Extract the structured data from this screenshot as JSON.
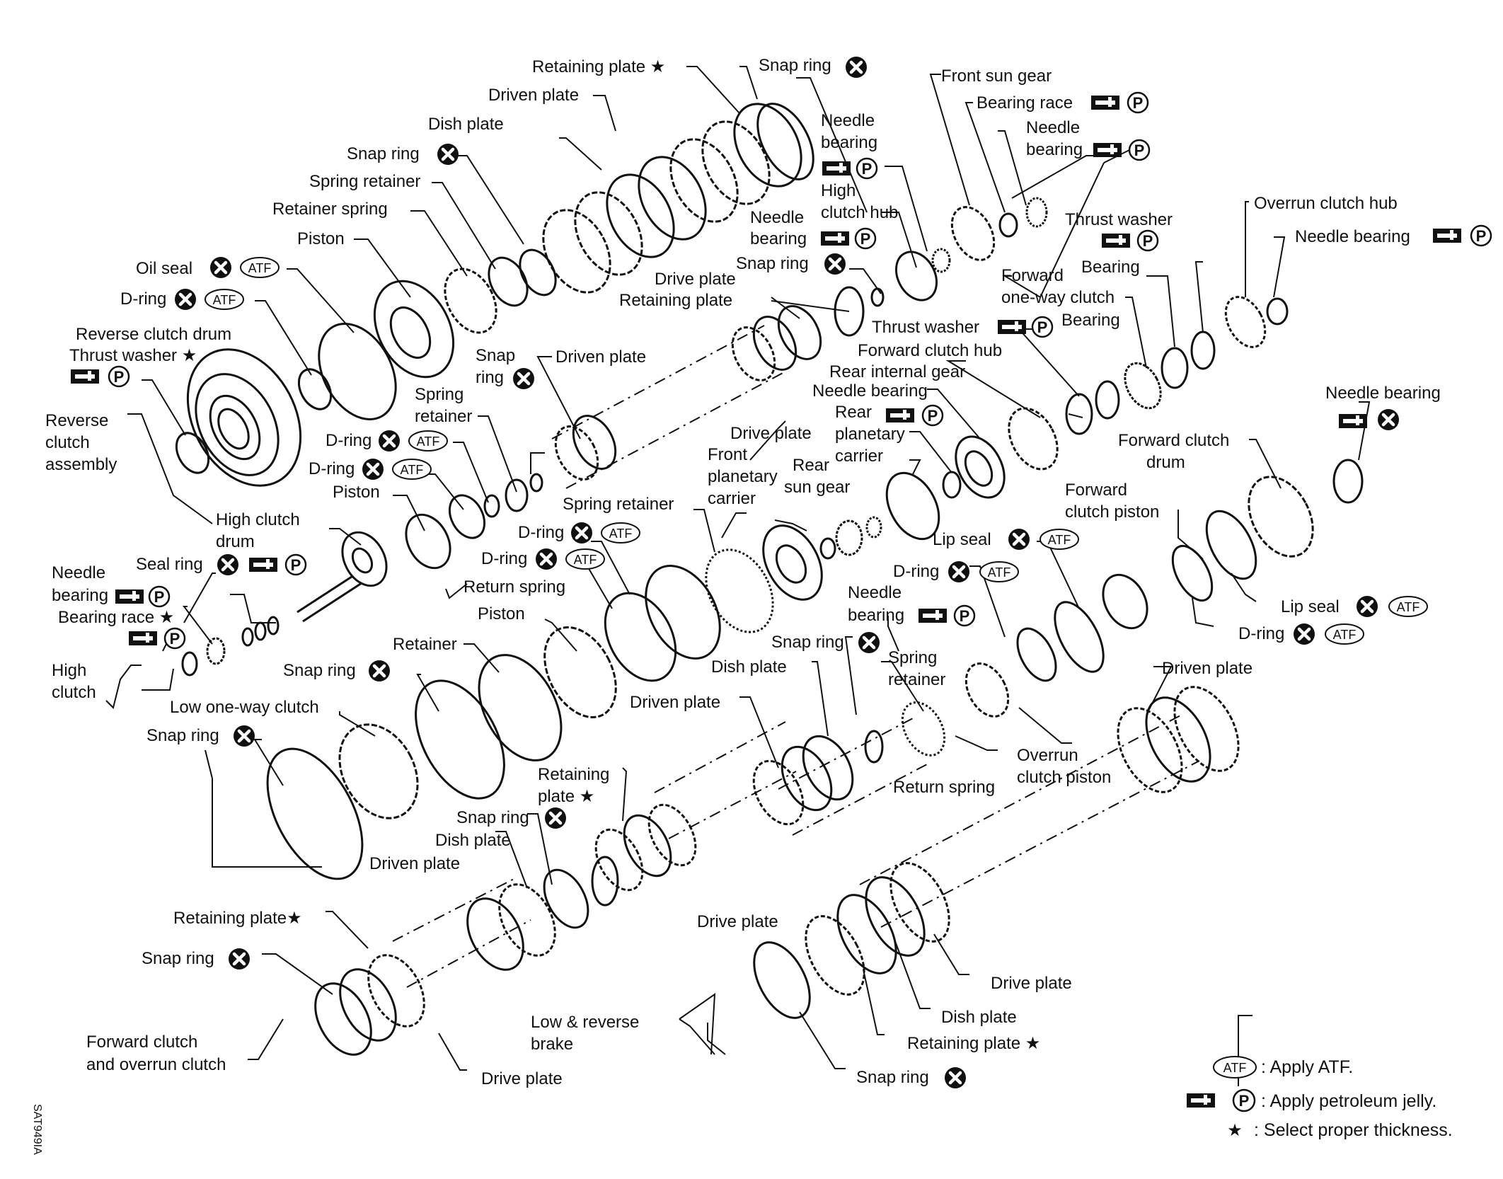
{
  "figure_code": "SAT949IA",
  "legend": {
    "atf_badge": "ATF",
    "p_badge": "P",
    "star_symbol": "★",
    "items": [
      {
        "text": ": Apply ATF."
      },
      {
        "text": ": Apply petroleum jelly."
      },
      {
        "text": ": Select proper thickness."
      }
    ]
  },
  "labels": [
    {
      "lines": [
        "Retaining plate ★"
      ]
    },
    {
      "lines": [
        "Snap ring"
      ]
    },
    {
      "lines": [
        "Driven plate"
      ]
    },
    {
      "lines": [
        "Dish plate"
      ]
    },
    {
      "lines": [
        "Snap ring"
      ]
    },
    {
      "lines": [
        "Spring retainer"
      ]
    },
    {
      "lines": [
        "Retainer spring"
      ]
    },
    {
      "lines": [
        "Piston"
      ]
    },
    {
      "lines": [
        "Oil seal"
      ]
    },
    {
      "lines": [
        "D-ring"
      ]
    },
    {
      "lines": [
        "Reverse clutch drum"
      ]
    },
    {
      "lines": [
        "Thrust washer ★"
      ]
    },
    {
      "lines": [
        "Reverse",
        "clutch",
        "assembly"
      ]
    },
    {
      "lines": [
        "Needle",
        "bearing"
      ]
    },
    {
      "lines": [
        "High",
        "clutch hub"
      ]
    },
    {
      "lines": [
        "Needle",
        "bearing"
      ]
    },
    {
      "lines": [
        "Snap ring"
      ]
    },
    {
      "lines": [
        "Drive plate"
      ]
    },
    {
      "lines": [
        "Retaining plate"
      ]
    },
    {
      "lines": [
        "Front sun gear"
      ]
    },
    {
      "lines": [
        "Bearing race"
      ]
    },
    {
      "lines": [
        "Needle",
        "bearing"
      ]
    },
    {
      "lines": [
        "Thrust washer"
      ]
    },
    {
      "lines": [
        "Overrun clutch hub"
      ]
    },
    {
      "lines": [
        "Needle bearing"
      ]
    },
    {
      "lines": [
        "Bearing"
      ]
    },
    {
      "lines": [
        "Forward",
        "one-way clutch"
      ]
    },
    {
      "lines": [
        "Bearing"
      ]
    },
    {
      "lines": [
        "Thrust washer"
      ]
    },
    {
      "lines": [
        "Forward clutch hub"
      ]
    },
    {
      "lines": [
        "Rear internal gear"
      ]
    },
    {
      "lines": [
        "Needle bearing"
      ]
    },
    {
      "lines": [
        "Rear",
        "planetary",
        "carrier"
      ]
    },
    {
      "lines": [
        "Snap",
        "ring"
      ]
    },
    {
      "lines": [
        "Driven plate"
      ]
    },
    {
      "lines": [
        "Spring",
        "retainer"
      ]
    },
    {
      "lines": [
        "Drive plate"
      ]
    },
    {
      "lines": [
        "D-ring"
      ]
    },
    {
      "lines": [
        "D-ring"
      ]
    },
    {
      "lines": [
        "Piston"
      ]
    },
    {
      "lines": [
        "High clutch",
        "drum"
      ]
    },
    {
      "lines": [
        "Seal ring"
      ]
    },
    {
      "lines": [
        "Needle",
        "bearing"
      ]
    },
    {
      "lines": [
        "Bearing race ★"
      ]
    },
    {
      "lines": [
        "High",
        "clutch"
      ]
    },
    {
      "lines": [
        "Front",
        "planetary",
        "carrier"
      ]
    },
    {
      "lines": [
        "Rear",
        "sun gear"
      ]
    },
    {
      "lines": [
        "Spring retainer"
      ]
    },
    {
      "lines": [
        "D-ring"
      ]
    },
    {
      "lines": [
        "D-ring"
      ]
    },
    {
      "lines": [
        "Return spring"
      ]
    },
    {
      "lines": [
        "Piston"
      ]
    },
    {
      "lines": [
        "Retainer"
      ]
    },
    {
      "lines": [
        "Snap ring"
      ]
    },
    {
      "lines": [
        "Low one-way clutch"
      ]
    },
    {
      "lines": [
        "Snap ring"
      ]
    },
    {
      "lines": [
        "Needle bearing"
      ]
    },
    {
      "lines": [
        "Forward clutch",
        "drum"
      ]
    },
    {
      "lines": [
        "Forward",
        "clutch piston"
      ]
    },
    {
      "lines": [
        "Lip seal"
      ]
    },
    {
      "lines": [
        "D-ring"
      ]
    },
    {
      "lines": [
        "Needle",
        "bearing"
      ]
    },
    {
      "lines": [
        "Lip seal"
      ]
    },
    {
      "lines": [
        "D-ring"
      ]
    },
    {
      "lines": [
        "Snap ring"
      ]
    },
    {
      "lines": [
        "Spring",
        "retainer"
      ]
    },
    {
      "lines": [
        "Dish plate"
      ]
    },
    {
      "lines": [
        "Driven plate"
      ]
    },
    {
      "lines": [
        "Retaining",
        "plate ★"
      ]
    },
    {
      "lines": [
        "Snap ring"
      ]
    },
    {
      "lines": [
        "Dish plate"
      ]
    },
    {
      "lines": [
        "Driven plate"
      ]
    },
    {
      "lines": [
        "Overrun",
        "clutch piston"
      ]
    },
    {
      "lines": [
        "Return spring"
      ]
    },
    {
      "lines": [
        "Driven plate"
      ]
    },
    {
      "lines": [
        "Retaining plate★"
      ]
    },
    {
      "lines": [
        "Snap ring"
      ]
    },
    {
      "lines": [
        "Drive plate"
      ]
    },
    {
      "lines": [
        "Low & reverse",
        "brake"
      ]
    },
    {
      "lines": [
        "Forward clutch",
        "and overrun clutch"
      ]
    },
    {
      "lines": [
        "Drive plate"
      ]
    },
    {
      "lines": [
        "Drive plate"
      ]
    },
    {
      "lines": [
        "Dish plate"
      ]
    },
    {
      "lines": [
        "Retaining plate ★"
      ]
    },
    {
      "lines": [
        "Snap ring"
      ]
    }
  ]
}
